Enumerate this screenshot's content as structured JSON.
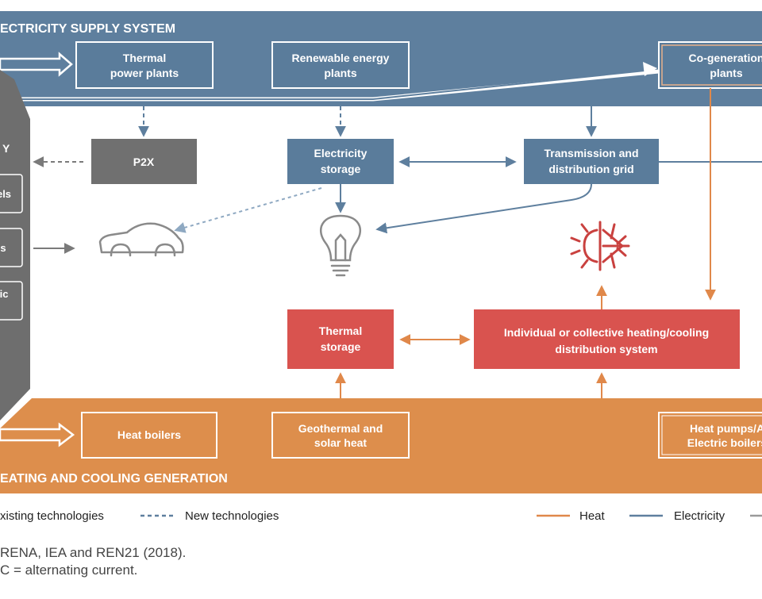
{
  "colors": {
    "electricity": "#5e7f9e",
    "electricity_box": "#5a7c9b",
    "heat": "#d98c4b",
    "heat_box": "#dd8e4c",
    "thermal": "#d9534f",
    "p2x": "#707070",
    "gray_band": "#6e6e6e"
  },
  "bands": {
    "electricity_title": "ECTRICITY SUPPLY SYSTEM",
    "heating_title": "EATING AND COOLING GENERATION"
  },
  "top_boxes": {
    "thermal": [
      "Thermal",
      "power plants"
    ],
    "renewable": [
      "Renewable energy",
      "plants"
    ],
    "cogen": [
      "Co-generation",
      "plants"
    ]
  },
  "left_panel": {
    "title": [
      "",
      "Y"
    ],
    "items": [
      "els",
      "s",
      "ic"
    ]
  },
  "mid_boxes": {
    "p2x": "P2X",
    "elec_storage": [
      "Electricity",
      "storage"
    ],
    "grid": [
      "Transmission and",
      "distribution grid"
    ],
    "thermal_storage": [
      "Thermal",
      "storage"
    ],
    "heating_system": [
      "Individual or collective heating/cooling",
      "distribution system"
    ]
  },
  "bottom_boxes": {
    "boilers": "Heat boilers",
    "geo": [
      "Geothermal and",
      "solar heat"
    ],
    "pumps": [
      "Heat pumps/A",
      "Electric boilers"
    ]
  },
  "icons": {
    "car": "car-icon",
    "bulb": "light-bulb-icon",
    "heat_cold": "heating-cooling-icon"
  },
  "legend": {
    "existing": "xisting technologies",
    "new": "New technologies",
    "heat": "Heat",
    "electricity": "Electricity"
  },
  "source": {
    "line1": "RENA, IEA and REN21 (2018).",
    "line2": "C = alternating current."
  }
}
